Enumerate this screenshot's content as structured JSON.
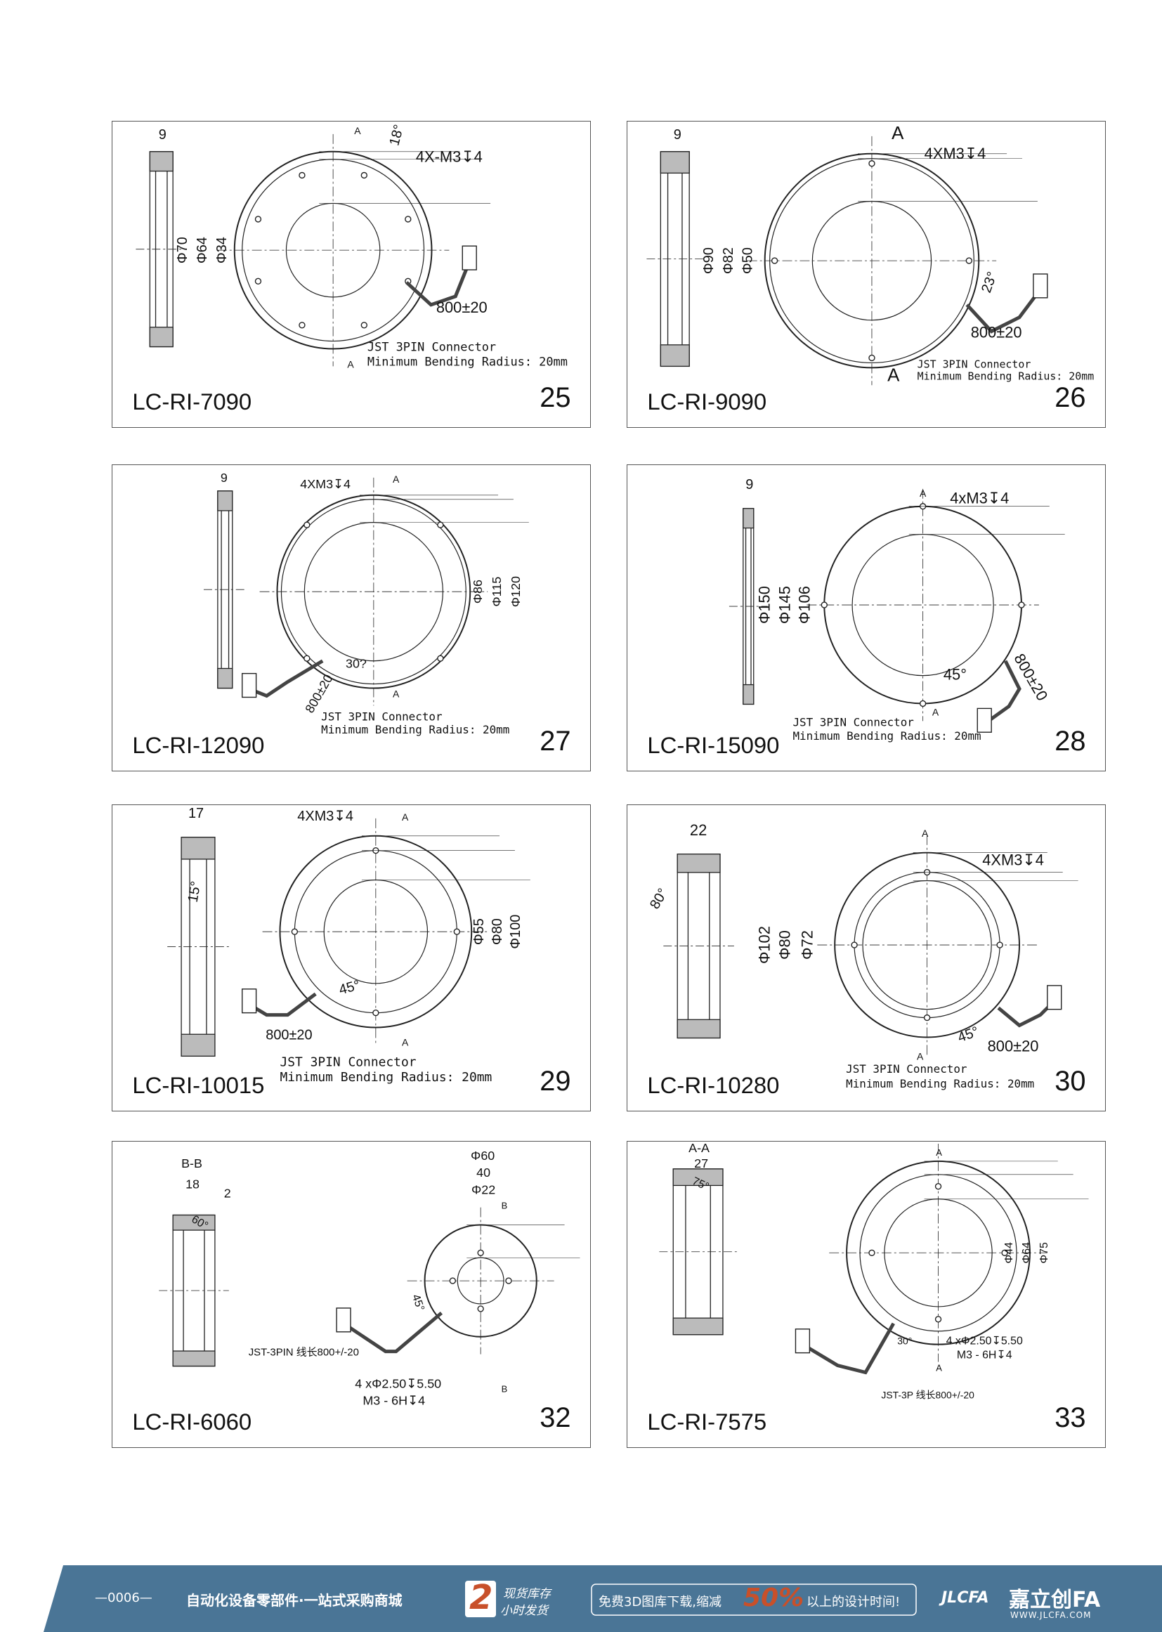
{
  "panels": [
    {
      "model": "LC-RI-7090",
      "page": "25",
      "labels": [
        "9",
        "Φ70",
        "Φ64",
        "Φ34",
        "4X-M3↧4",
        "18°",
        "800±20",
        "JST 3PIN Connector",
        "Minimum Bending Radius: 20mm",
        "A",
        "A"
      ]
    },
    {
      "model": "LC-RI-9090",
      "page": "26",
      "labels": [
        "9",
        "Φ90",
        "Φ82",
        "Φ50",
        "4XM3↧4",
        "23°",
        "800±20",
        "JST 3PIN Connector",
        "Minimum Bending Radius: 20mm",
        "A",
        "A"
      ]
    },
    {
      "model": "LC-RI-12090",
      "page": "27",
      "labels": [
        "9",
        "4XM3↧4",
        "Φ86",
        "Φ115",
        "Φ120",
        "30?",
        "800±20",
        "JST 3PIN Connector",
        "Minimum Bending Radius: 20mm",
        "A",
        "A"
      ]
    },
    {
      "model": "LC-RI-15090",
      "page": "28",
      "labels": [
        "9",
        "4xM3↧4",
        "Φ150",
        "Φ145",
        "Φ106",
        "45°",
        "800±20",
        "JST 3PIN Connector",
        "Minimum Bending Radius: 20mm",
        "A",
        "A"
      ]
    },
    {
      "model": "LC-RI-10015",
      "page": "29",
      "labels": [
        "17",
        "15°",
        "4XM3↧4",
        "Φ55",
        "Φ80",
        "Φ100",
        "45°",
        "800±20",
        "JST 3PIN Connector",
        "Minimum Bending Radius: 20mm",
        "A",
        "A"
      ]
    },
    {
      "model": "LC-RI-10280",
      "page": "30",
      "labels": [
        "22",
        "80°",
        "4XM3↧4",
        "Φ102",
        "Φ80",
        "Φ72",
        "45°",
        "800±20",
        "JST 3PIN Connector",
        "Minimum Bending Radius: 20mm",
        "A",
        "A"
      ]
    },
    {
      "model": "LC-RI-6060",
      "page": "32",
      "labels": [
        "B-B",
        "18",
        "2",
        "60°",
        "Φ60",
        "40",
        "Φ22",
        "45°",
        "JST-3PIN 线长800+/-20",
        "4 xΦ2.50↧5.50",
        "M3 - 6H↧4",
        "B",
        "B"
      ]
    },
    {
      "model": "LC-RI-7575",
      "page": "33",
      "labels": [
        "A-A",
        "27",
        "75°",
        "Φ44",
        "Φ64",
        "Φ75",
        "30°",
        "4 xΦ2.50↧5.50",
        "M3 - 6H↧4",
        "JST-3P 线长800+/-20",
        "A",
        "A"
      ]
    }
  ],
  "footer": {
    "page_number": "—0006—",
    "slogan": "自动化设备零部件·一站式采购商城",
    "badge_number": "2",
    "badge_line1": "现货库存",
    "badge_line2": "小时发货",
    "promo_pre": "免费3D图库下载,缩减",
    "promo_pct": "50%",
    "promo_post": "以上的设计时间!",
    "logo_mark": "JLCFA",
    "brand_name": "嘉立创FA",
    "website": "WWW.JLCFA.COM",
    "bg_color": "#4a7596",
    "accent_color": "#c8502a"
  }
}
